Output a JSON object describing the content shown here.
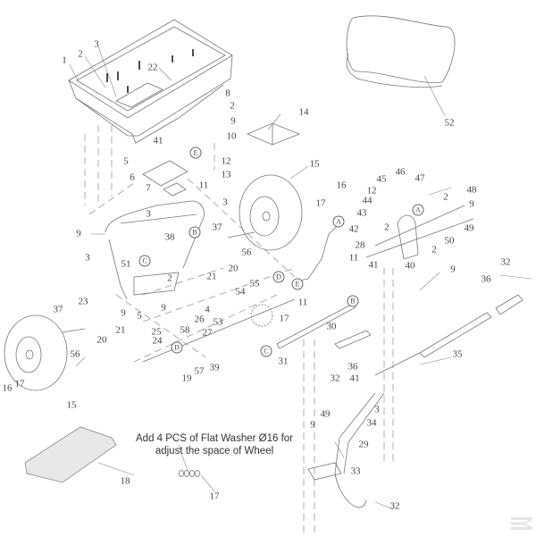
{
  "diagram": {
    "title": "Broadcast spreader exploded parts diagram",
    "note": {
      "line1": "Add 4 PCS of Flat Washer Ø16 for",
      "line2": "adjust the space of Wheel"
    },
    "reference_markers": [
      "A",
      "B",
      "C",
      "D",
      "E"
    ],
    "components": [
      {
        "id": "hopper",
        "part": "1"
      },
      {
        "id": "hopper-cover",
        "part": "52"
      },
      {
        "id": "spinner-plate",
        "part": "14"
      },
      {
        "id": "wheel-right",
        "part": "15"
      },
      {
        "id": "wheel-left",
        "part": "15"
      },
      {
        "id": "frame",
        "part": "9"
      },
      {
        "id": "gear",
        "part": "54"
      },
      {
        "id": "axle",
        "part": "31"
      },
      {
        "id": "handle",
        "part": "35"
      },
      {
        "id": "lower-handle",
        "part": "33"
      },
      {
        "id": "bottom-mat",
        "part": "18"
      },
      {
        "id": "control-rod",
        "part": "28"
      },
      {
        "id": "control-bracket",
        "part": "40"
      },
      {
        "id": "grip-tube",
        "part": "36"
      }
    ],
    "labels": [
      "1",
      "2",
      "3",
      "22",
      "8",
      "2",
      "9",
      "10",
      "41",
      "5",
      "12",
      "6",
      "13",
      "7",
      "11",
      "14",
      "52",
      "15",
      "16",
      "17",
      "3",
      "37",
      "3",
      "9",
      "38",
      "56",
      "20",
      "21",
      "3",
      "51",
      "2",
      "9",
      "23",
      "9",
      "5",
      "4",
      "26",
      "21",
      "20",
      "37",
      "56",
      "25",
      "24",
      "58",
      "27",
      "53",
      "55",
      "54",
      "17",
      "16",
      "17",
      "15",
      "57",
      "39",
      "19",
      "18",
      "17",
      "45",
      "46",
      "47",
      "48",
      "12",
      "44",
      "43",
      "42",
      "2",
      "9",
      "49",
      "50",
      "28",
      "11",
      "41",
      "40",
      "2",
      "2",
      "9",
      "32",
      "36",
      "11",
      "30",
      "31",
      "35",
      "32",
      "36",
      "41",
      "3",
      "49",
      "9",
      "34",
      "29",
      "33",
      "32"
    ],
    "circled_markers": [
      {
        "id": "A-upper",
        "text": "A"
      },
      {
        "id": "A-rod",
        "text": "A"
      },
      {
        "id": "B-frame",
        "text": "B"
      },
      {
        "id": "B-axle",
        "text": "B"
      },
      {
        "id": "C-frame",
        "text": "C"
      },
      {
        "id": "C-axle",
        "text": "C"
      },
      {
        "id": "D-lower",
        "text": "D"
      },
      {
        "id": "D-gear",
        "text": "D"
      },
      {
        "id": "E-hopper",
        "text": "E"
      },
      {
        "id": "E-rod",
        "text": "E"
      }
    ]
  }
}
